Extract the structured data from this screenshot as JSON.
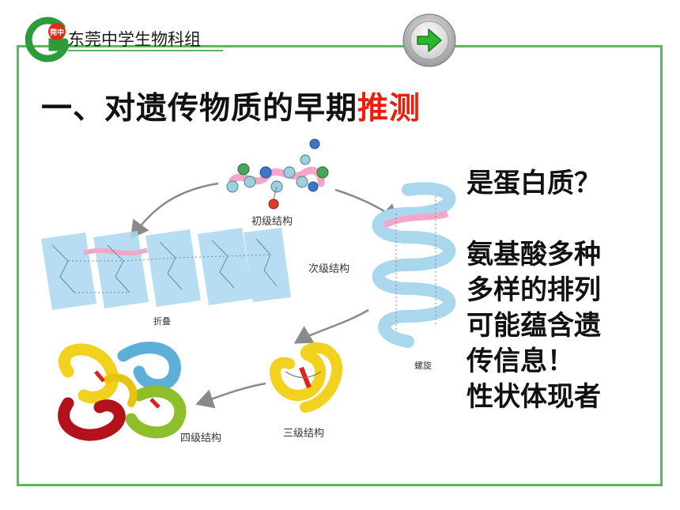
{
  "header": {
    "org_name": "东莞中学生物科组",
    "logo_badge": "莞中"
  },
  "title": {
    "main": "一、对遗传物质的早期",
    "highlight": "推测"
  },
  "diagram": {
    "primary_label": "初级结构",
    "secondary_label": "次级结构",
    "sheet_label": "折叠",
    "helix_label": "螺旋",
    "tertiary_label": "三级结构",
    "quaternary_label": "四级结构"
  },
  "side_text": {
    "question": "是蛋白质？",
    "lines": [
      "氨基酸多种",
      "多样的排列",
      "可能蕴含遗",
      "传信息！",
      "性状体现者"
    ]
  },
  "colors": {
    "frame": "#5cb85c",
    "highlight": "#e8210f",
    "button": "#2fb52f"
  }
}
